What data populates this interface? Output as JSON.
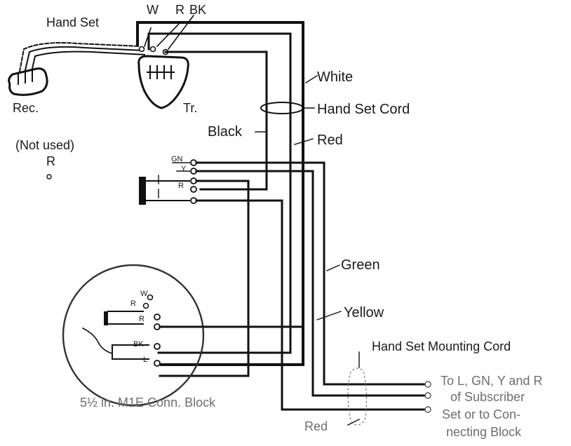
{
  "labels": {
    "hand_set": "Hand Set",
    "w": "W",
    "r": "R",
    "bk": "BK",
    "rec": "Rec.",
    "tr": "Tr.",
    "not_used": "(Not used)",
    "not_used_r": "R",
    "white": "White",
    "hand_set_cord": "Hand Set Cord",
    "black": "Black",
    "red_upper": "Red",
    "green": "Green",
    "yellow": "Yellow",
    "hand_set_mounting_cord": "Hand Set Mounting Cord",
    "block_caption": "5½ in. M1E Conn. Block",
    "red_lower": "Red",
    "note_line1": "To L, GN, Y and R",
    "note_line2": "of Subscriber",
    "note_line3": "Set or to Con-",
    "note_line4": "necting Block"
  },
  "terminal_labels": {
    "upper_gn": "GN",
    "upper_y": "Y",
    "upper_r": "R",
    "circle_w": "W",
    "circle_r1": "R",
    "circle_r2": "R",
    "circle_bk": "BK",
    "circle_l": "L"
  },
  "colors": {
    "line": "#111111",
    "background": "#ffffff"
  }
}
